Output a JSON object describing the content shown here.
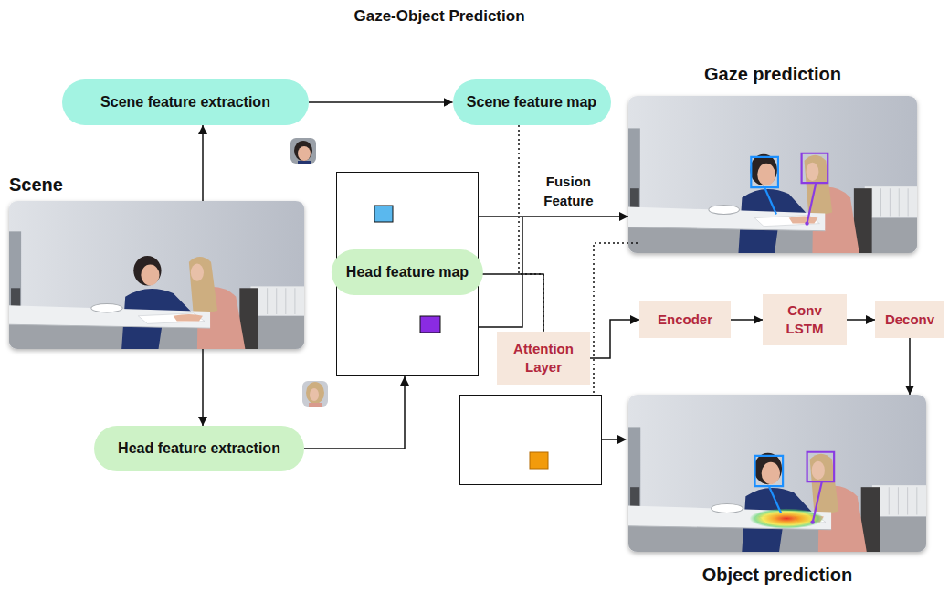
{
  "diagram": {
    "title": "Gaze-Object Prediction",
    "nodes": [
      {
        "text": [
          "Scene feature extraction"
        ]
      },
      {
        "text": [
          "Scene feature map"
        ]
      },
      {
        "text": [
          "Gaze prediction"
        ]
      },
      {
        "text": [
          "Scene"
        ]
      },
      {
        "text": [
          "Head feature map"
        ]
      },
      {
        "text": [
          "Attention Layer"
        ]
      },
      {
        "text": [
          "Encoder"
        ]
      },
      {
        "text": [
          "Conv LSTM"
        ]
      },
      {
        "text": [
          "Deconv"
        ]
      },
      {
        "text": [
          "Head feature extraction"
        ]
      },
      {
        "text": [
          "Object prediction"
        ]
      }
    ],
    "edges": [
      {
        "from": 3,
        "to": 0,
        "arrow": "to"
      },
      {
        "from": 0,
        "to": 1,
        "arrow": "to"
      },
      {
        "from": 3,
        "to": 9,
        "arrow": "to"
      },
      {
        "from": 9,
        "to": 4,
        "arrow": "to"
      },
      {
        "from": 4,
        "to": 2,
        "arrow": "to",
        "label": "Fusion Feature"
      },
      {
        "from": 1,
        "to": 5,
        "arrow": "none"
      },
      {
        "from": 4,
        "to": 5,
        "arrow": "none"
      },
      {
        "from": 5,
        "to": 6,
        "arrow": "to"
      },
      {
        "from": 6,
        "to": 7,
        "arrow": "to"
      },
      {
        "from": 7,
        "to": 8,
        "arrow": "to"
      },
      {
        "from": 8,
        "to": 10,
        "arrow": "to"
      }
    ]
  }
}
